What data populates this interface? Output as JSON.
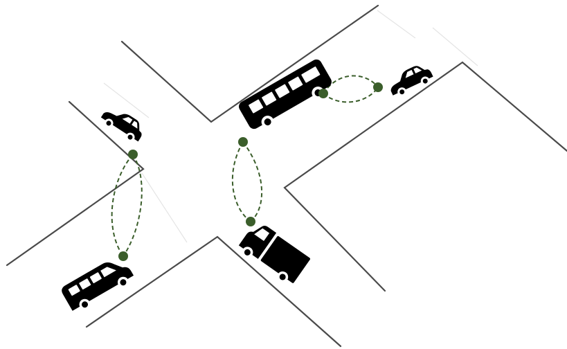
{
  "colors": {
    "background": "#ffffff",
    "road_edge": "#4a4a4a",
    "link": "#3b5e2b",
    "node": "#3b5e2b",
    "vehicle": "#000000"
  },
  "vehicles": [
    {
      "kind": "car-icon"
    },
    {
      "kind": "van-icon"
    },
    {
      "kind": "bus-icon"
    },
    {
      "kind": "car-icon"
    },
    {
      "kind": "truck-icon"
    }
  ],
  "links": [
    {
      "from": "car-left",
      "to": "van-bottom-left"
    },
    {
      "from": "bus",
      "to": "car-right"
    },
    {
      "from": "bus",
      "to": "truck"
    }
  ]
}
